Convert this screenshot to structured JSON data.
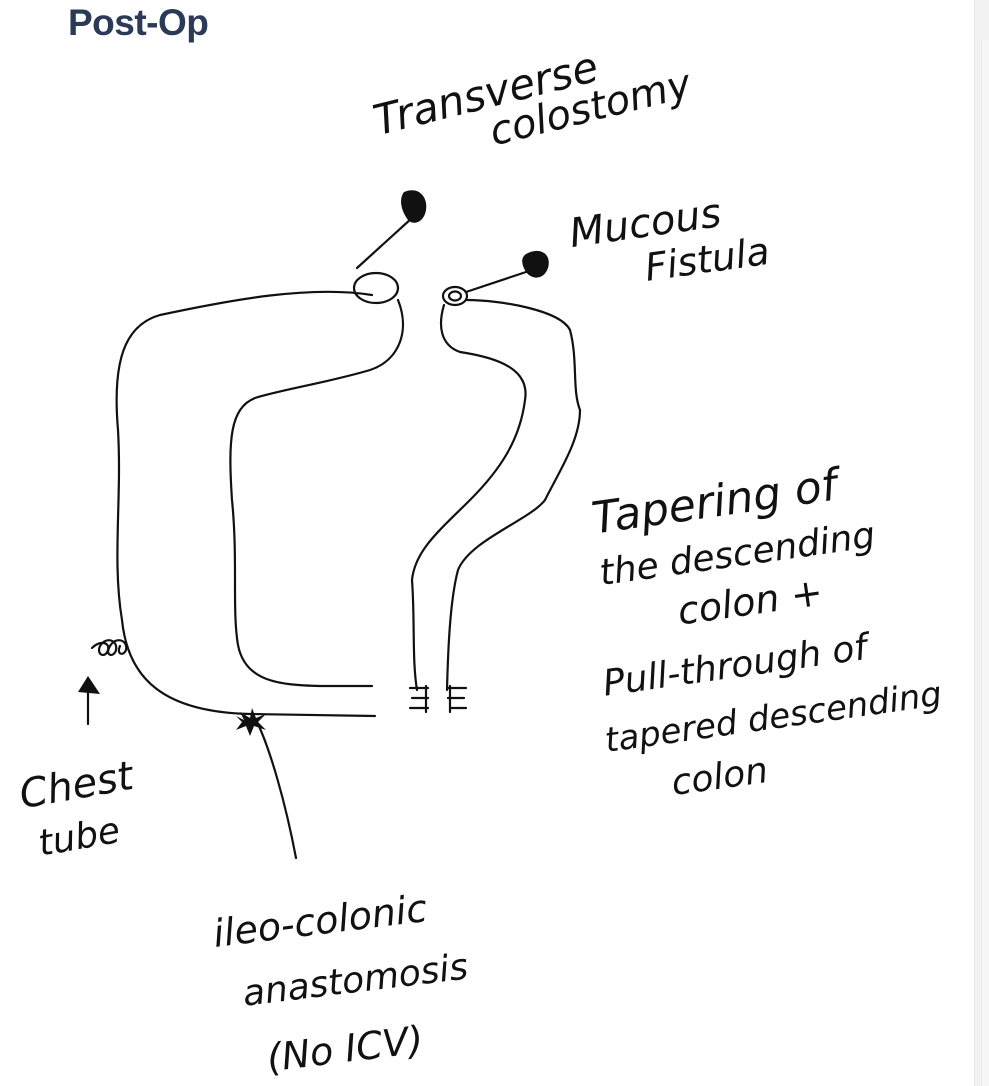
{
  "title": "Post-Op",
  "labels": {
    "transverse_colostomy": [
      "Transverse",
      "colostomy"
    ],
    "mucous_fistula": [
      "Mucous",
      "Fistula"
    ],
    "tapering": [
      "Tapering of",
      "the descending",
      "colon +",
      "Pull-through of",
      "tapered descending",
      "colon"
    ],
    "chest_tube": [
      "Chest",
      "tube"
    ],
    "anastomosis": [
      "ileo-colonic",
      "anastomosis",
      "(No ICV)"
    ]
  },
  "colors": {
    "title": "#2b3a57",
    "ink": "#111111",
    "background": "#ffffff"
  }
}
